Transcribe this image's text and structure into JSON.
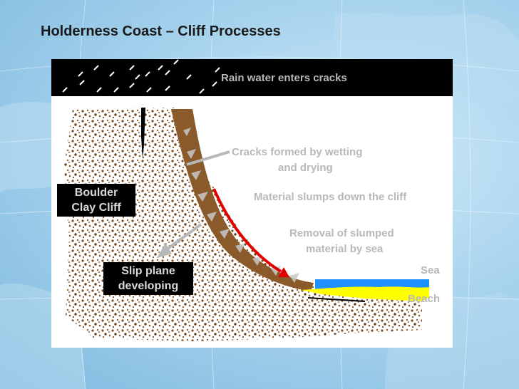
{
  "slide": {
    "title": "Holderness Coast – Cliff Processes"
  },
  "labels": {
    "rain": "Rain water enters cracks",
    "cracks_line1": "Cracks formed by wetting",
    "cracks_line2": "and drying",
    "slumps": "Material slumps down the cliff",
    "removal_line1": "Removal of slumped",
    "removal_line2": "material by sea",
    "sea": "Sea",
    "beach": "Beach",
    "boulder_line1": "Boulder",
    "boulder_line2": "Clay Cliff",
    "slip_line1": "Slip plane",
    "slip_line2": "developing"
  },
  "colors": {
    "sky": "#000000",
    "cliff_brown": "#8a5a2b",
    "slump_brown": "#9a6a3a",
    "arrow_red": "#e00000",
    "sea_blue": "#1e90ff",
    "beach_yellow": "#ffff00",
    "label_grey": "#b8b8b8"
  }
}
